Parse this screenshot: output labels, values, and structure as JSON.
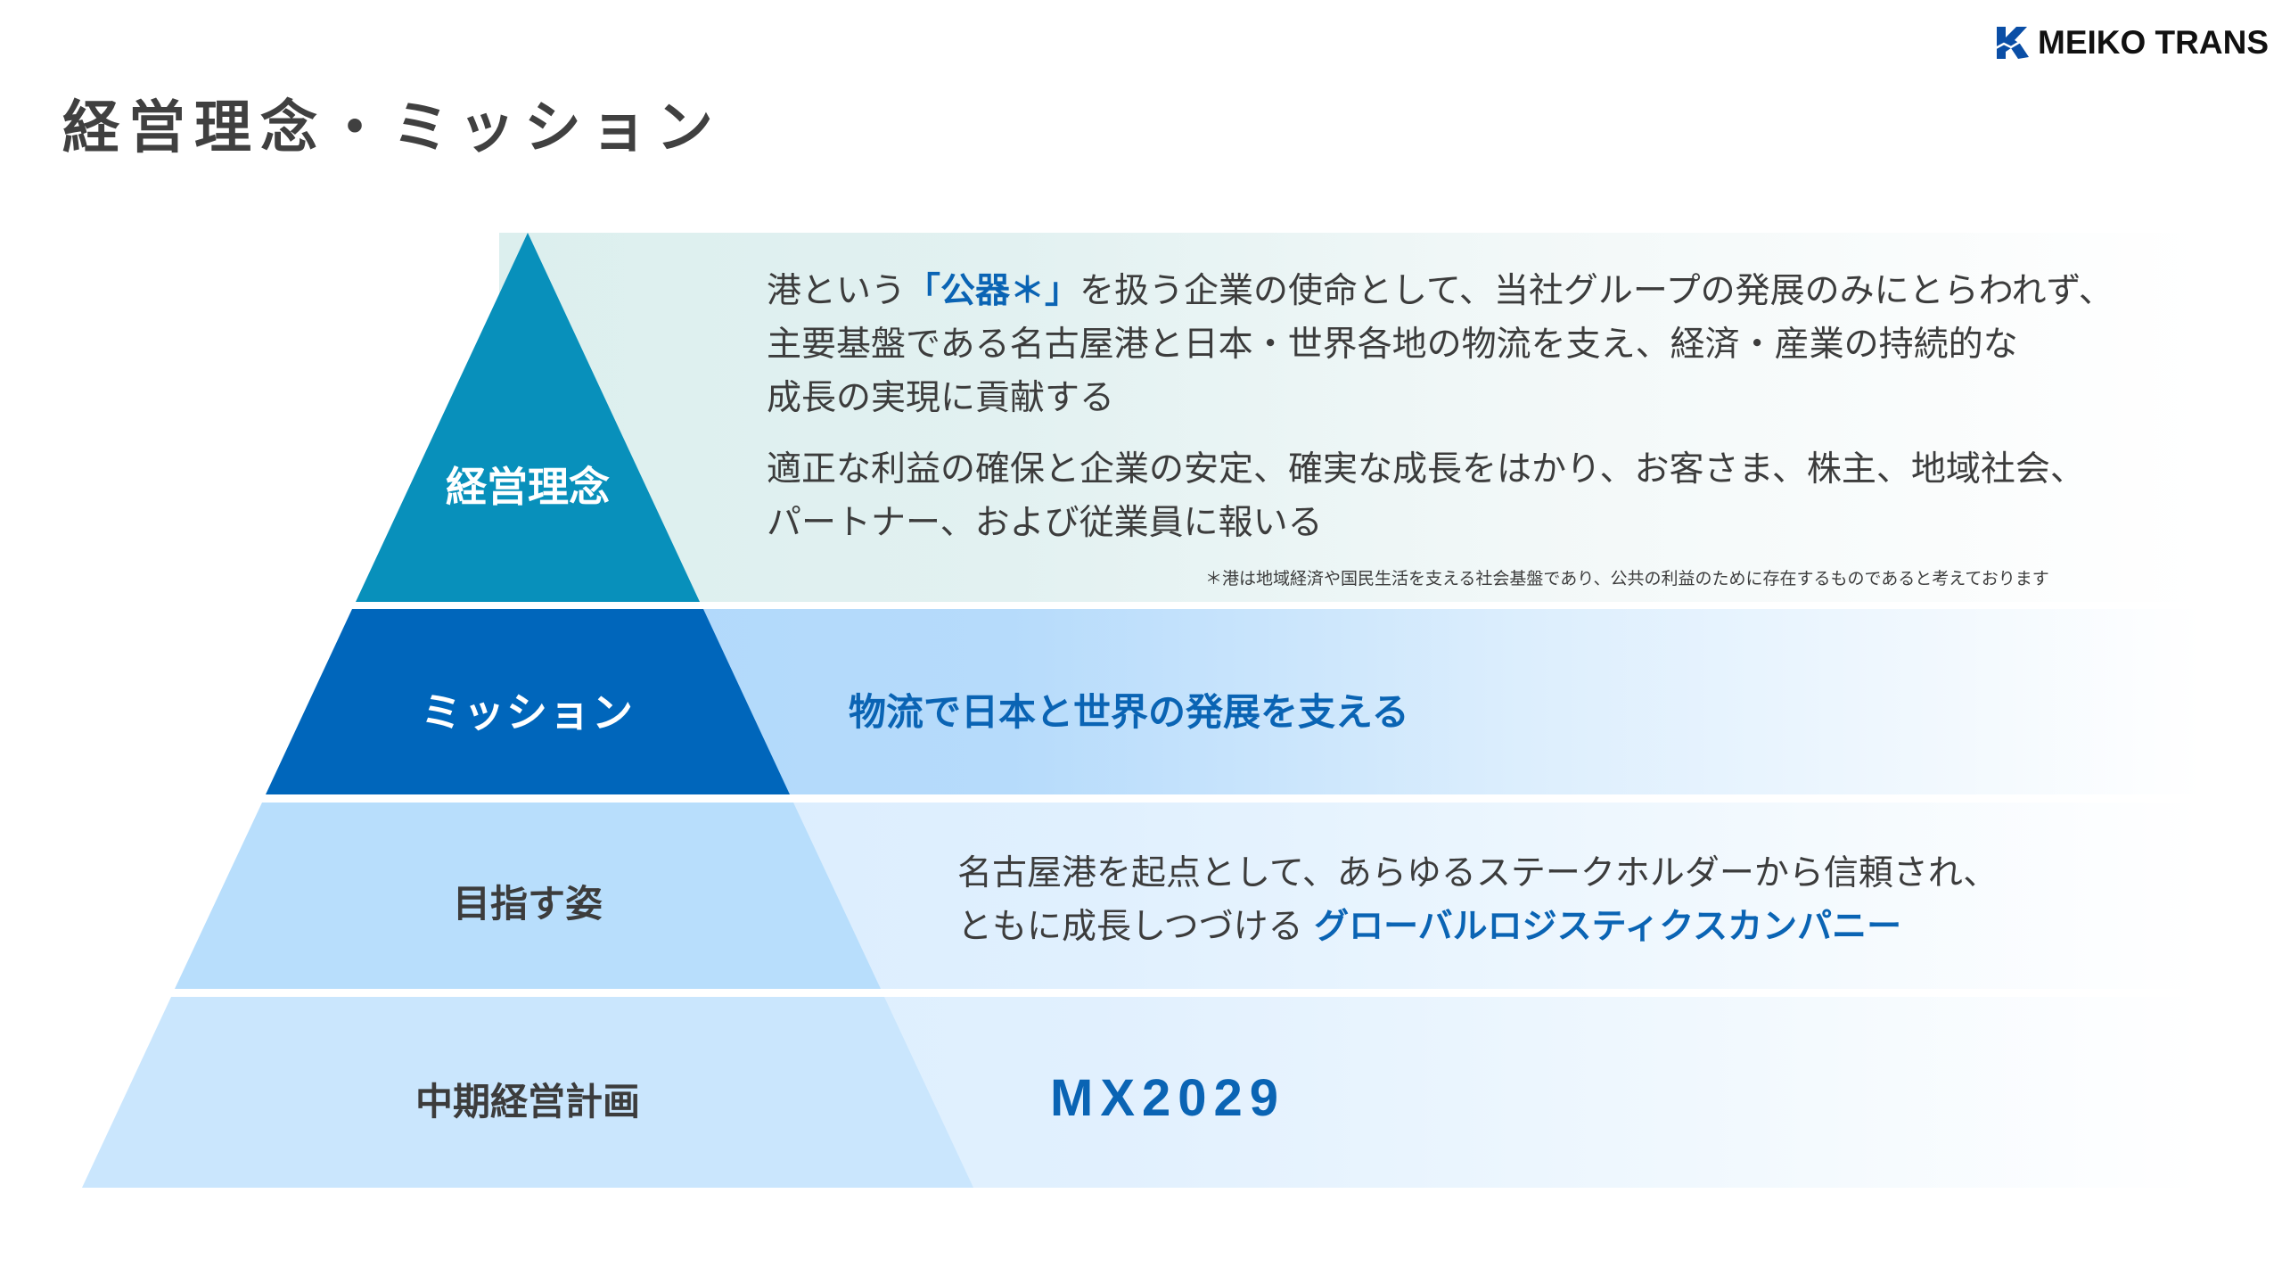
{
  "header": {
    "logo_text": "MEIKO TRANS",
    "logo_icon": "meiko-k-mark-icon",
    "title": "経営理念・ミッション"
  },
  "colors": {
    "accent_blue": "#0a64b4",
    "tier1_fill": "#0890bb",
    "tier2_fill": "#0066bb",
    "tier3_fill": "#b8defc",
    "tier4_fill": "#cae6fd",
    "logo_blue": "#0a4ea6"
  },
  "pyramid": {
    "tiers": [
      {
        "label": "経営理念"
      },
      {
        "label": "ミッション"
      },
      {
        "label": "目指す姿"
      },
      {
        "label": "中期経営計画"
      }
    ]
  },
  "philosophy": {
    "para1": {
      "line1_pre": "港という",
      "line1_accent": "「公器＊」",
      "line1_post": "を扱う企業の使命として、当社グループの発展のみにとらわれず、",
      "line2": "主要基盤である名古屋港と日本・世界各地の物流を支え、経済・産業の持続的な",
      "line3": "成長の実現に貢献する"
    },
    "para2": {
      "line1": "適正な利益の確保と企業の安定、確実な成長をはかり、お客さま、株主、地域社会、",
      "line2": "パートナー、および従業員に報いる"
    },
    "footnote": "＊港は地域経済や国民生活を支える社会基盤であり、公共の利益のために存在するものであると考えております"
  },
  "mission": {
    "text": "物流で日本と世界の発展を支える"
  },
  "vision": {
    "line1": "名古屋港を起点として、あらゆるステークホルダーから信頼され、",
    "line2_pre": "ともに成長しつづける ",
    "line2_accent": "グローバルロジスティクスカンパニー"
  },
  "plan": {
    "name": "MX2029"
  }
}
